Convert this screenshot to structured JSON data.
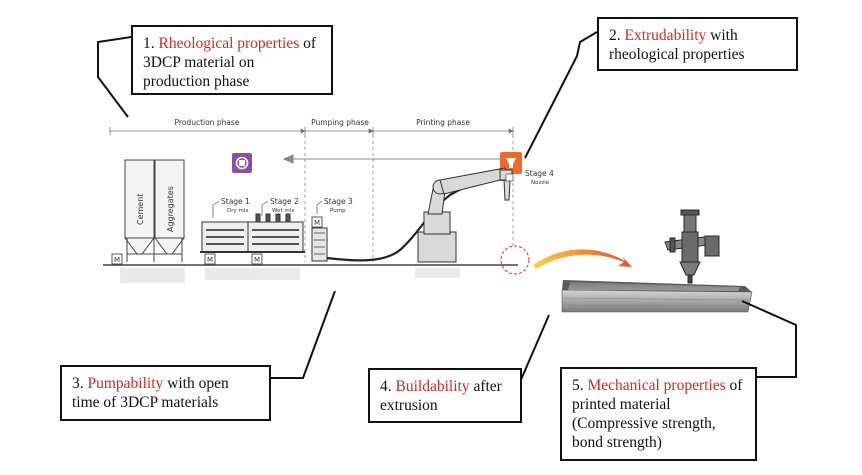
{
  "callouts": [
    {
      "id": "c1",
      "number": "1.",
      "keyword": "Rheological properties",
      "rest": " of 3DCP material on production phase"
    },
    {
      "id": "c2",
      "number": "2.",
      "keyword": "Extrudability",
      "rest": " with rheological properties"
    },
    {
      "id": "c3",
      "number": "3.",
      "keyword": "Pumpability",
      "rest": " with open time of 3DCP materials"
    },
    {
      "id": "c4",
      "number": "4.",
      "keyword": "Buildability",
      "rest": " after extrusion"
    },
    {
      "id": "c5",
      "number": "5.",
      "keyword": "Mechanical properties",
      "rest": " of printed material (Compressive strength, bond strength)"
    }
  ],
  "phases": {
    "production": "Production phase",
    "pumping": "Pumping phase",
    "printing": "Printing phase"
  },
  "stages": {
    "s1_title": "Stage 1",
    "s1_sub": "Dry mix",
    "s2_title": "Stage 2",
    "s2_sub": "Wet mix",
    "s3_title": "Stage 3",
    "s3_sub": "Pump",
    "s4_title": "Stage 4",
    "s4_sub": "Nozzle"
  },
  "silos": {
    "cement": "Cement",
    "aggregates": "Aggregates"
  },
  "motor_label": "M",
  "colors": {
    "keyword": "#d42a20",
    "purple_badge": "#8a4fa8",
    "orange_badge": "#ee6a28"
  }
}
